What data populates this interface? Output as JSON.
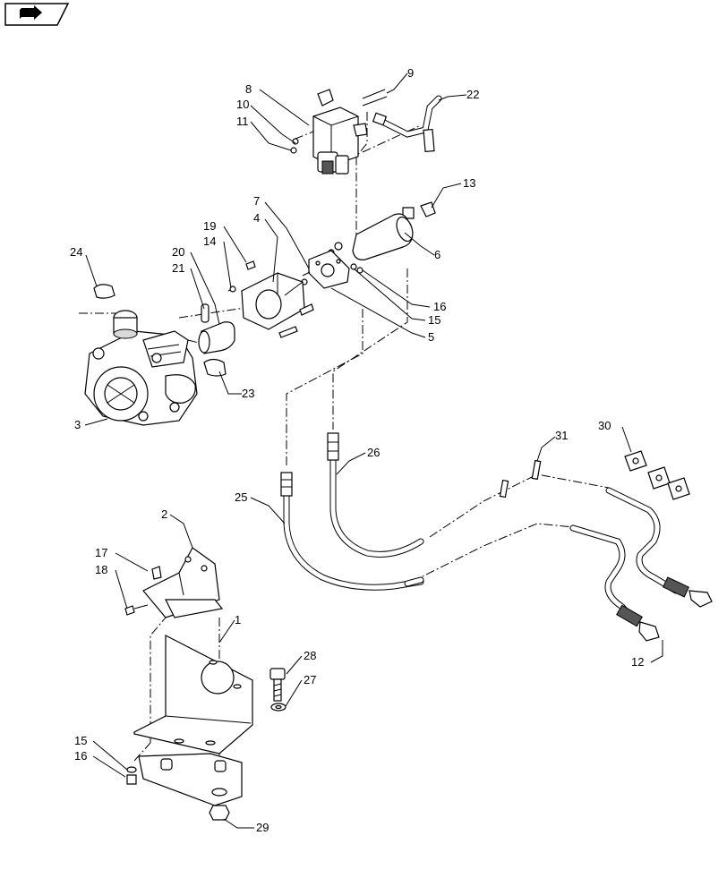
{
  "nav_icon": "book-arrow-icon",
  "callouts": {
    "c1": "1",
    "c2": "2",
    "c3": "3",
    "c4": "4",
    "c5": "5",
    "c6": "6",
    "c7": "7",
    "c8": "8",
    "c9": "9",
    "c10": "10",
    "c11": "11",
    "c12": "12",
    "c13": "13",
    "c14": "14",
    "c15a": "15",
    "c15b": "15",
    "c16a": "16",
    "c16b": "16",
    "c17": "17",
    "c18": "18",
    "c19": "19",
    "c20": "20",
    "c21": "21",
    "c22": "22",
    "c23": "23",
    "c24": "24",
    "c25": "25",
    "c26": "26",
    "c27": "27",
    "c28": "28",
    "c29": "29",
    "c30": "30",
    "c31": "31"
  }
}
